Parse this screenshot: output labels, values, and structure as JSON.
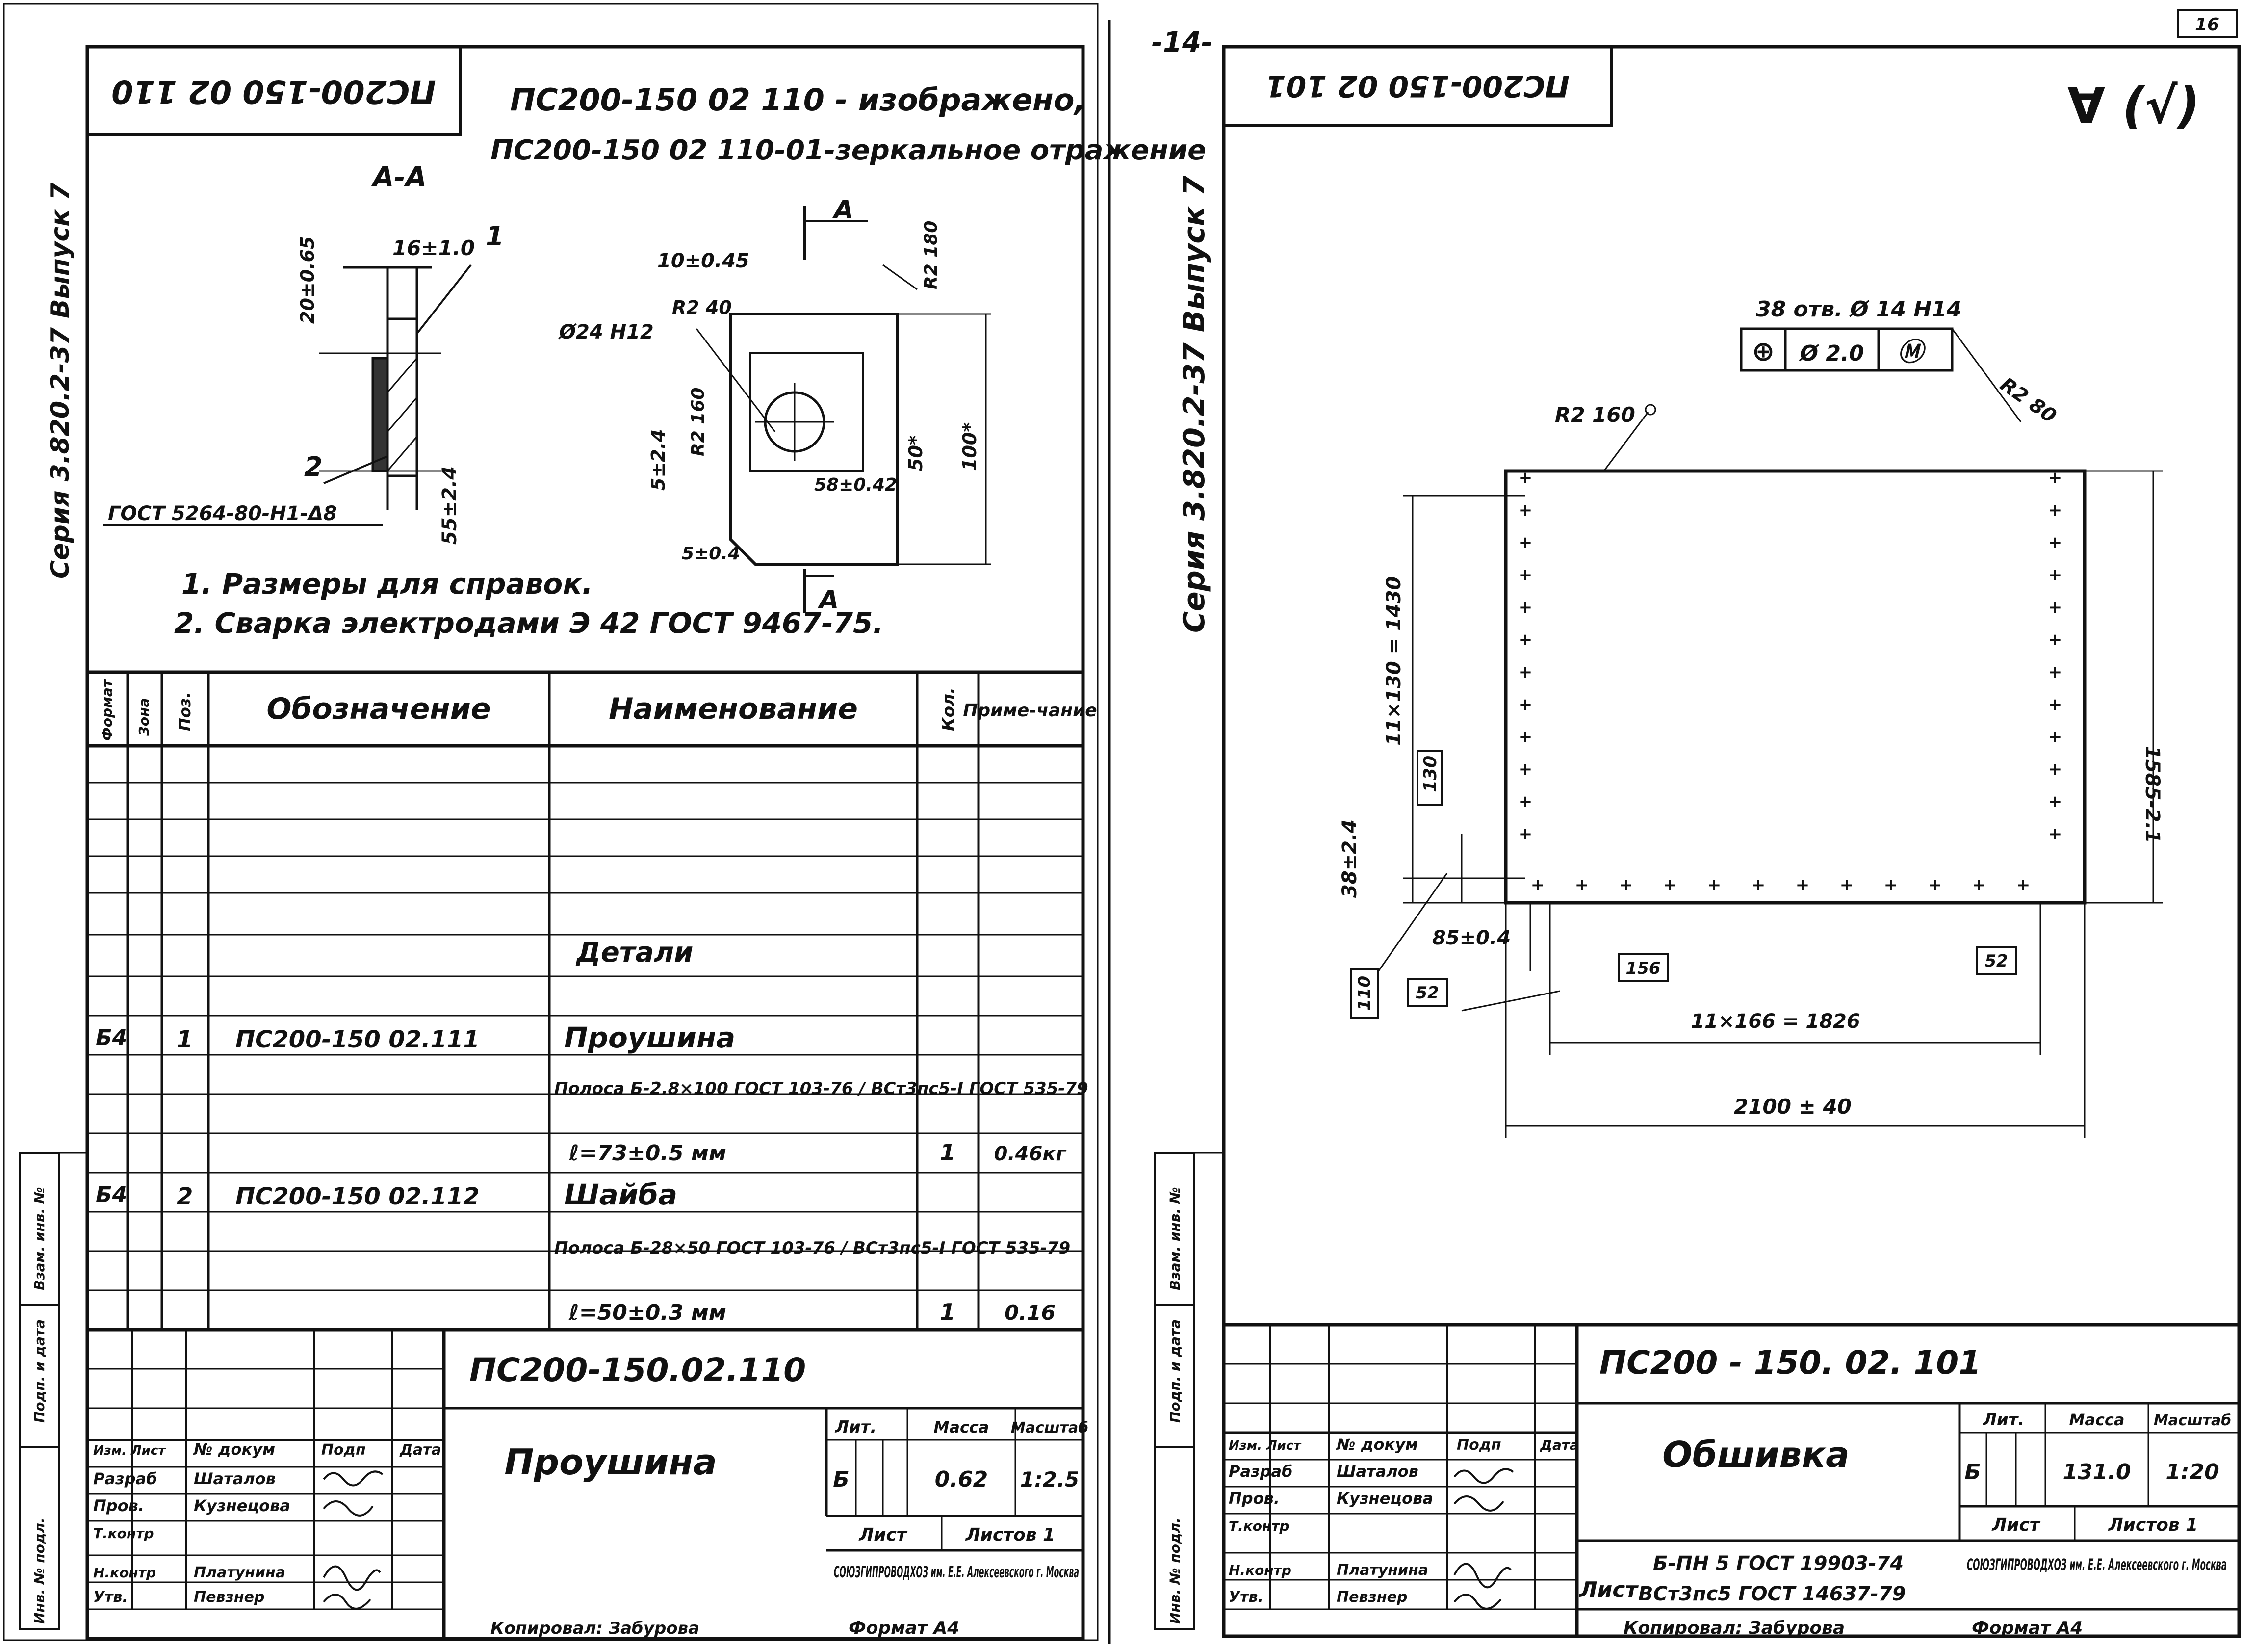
{
  "page_number": "-14-",
  "left_sheet": {
    "rotated_code": "ПС200-150 02 110",
    "header_note_1": "ПС200-150 02 110 - изображено,",
    "header_note_2": "ПС200-150 02 110-01-зеркальное отражение",
    "section_label": "А-А",
    "section_mark": "А",
    "dims": {
      "d1": "16±1.0",
      "d2": "10±0.45",
      "d3": "Ø24 H12",
      "d4": "R2 40",
      "d5": "R2 180",
      "d6": "R2 160",
      "d7": "5±2.4",
      "d8": "58±0.42",
      "d9": "50*",
      "d10": "100*",
      "d11": "5±0.4",
      "d12": "55±2.4",
      "d13": "20±0.65",
      "welding": "ГОСТ 5264-80-Н1-Δ8"
    },
    "leaders": [
      "1",
      "2"
    ],
    "notes": [
      "1. Размеры для справок.",
      "2. Сварка электродами Э 42 ГОСТ 9467-75."
    ],
    "side_series": "Серия 3.820.2-37  Выпуск 7",
    "spec_headers": {
      "format": "Формат",
      "zone": "Зона",
      "pos": "Поз.",
      "designation": "Обозначение",
      "name": "Наименование",
      "qty": "Кол.",
      "note": "Приме-чание"
    },
    "spec_rows": [
      {
        "fmt": "",
        "pos": "",
        "des": "",
        "name": "Детали",
        "qty": "",
        "note": ""
      },
      {
        "fmt": "Б4",
        "pos": "1",
        "des": "ПС200-150 02.111",
        "name": "Проушина",
        "qty": "",
        "note": ""
      },
      {
        "fmt": "",
        "pos": "",
        "des": "",
        "name": "Полоса Б-2.8×100 ГОСТ 103-76 / ВСт3пс5-I ГОСТ 535-79",
        "qty": "",
        "note": ""
      },
      {
        "fmt": "",
        "pos": "",
        "des": "",
        "name": "ℓ=73±0.5 мм",
        "qty": "1",
        "note": "0.46кг"
      },
      {
        "fmt": "Б4",
        "pos": "2",
        "des": "ПС200-150 02.112",
        "name": "Шайба",
        "qty": "",
        "note": ""
      },
      {
        "fmt": "",
        "pos": "",
        "des": "",
        "name": "Полоса Б-28×50 ГОСТ 103-76 / ВСт3пс5-I ГОСТ 535-79",
        "qty": "",
        "note": ""
      },
      {
        "fmt": "",
        "pos": "",
        "des": "",
        "name": "ℓ=50±0.3 мм",
        "qty": "1",
        "note": "0.16"
      }
    ],
    "title_block": {
      "doc_code": "ПС200-150.02.110",
      "part_name": "Проушина",
      "lit": "Б",
      "mass": "0.62",
      "scale": "1:2.5",
      "mass_header": "Масса",
      "scale_header": "Масштаб",
      "lit_header": "Лит.",
      "sheet": "Лист",
      "sheets": "Листов 1",
      "org": "СОЮЗГИПРОВОДХОЗ им. Е.Е. Алексеевского г. Москва",
      "roles": [
        "Изм. Лист",
        "Разраб",
        "Пров.",
        "Т.контр",
        "Н.контр",
        "Утв."
      ],
      "names": [
        "№ докум",
        "Шаталов",
        "Кузнецова",
        "",
        "Платунина",
        "Певзнер"
      ],
      "col_heads": [
        "Подп",
        "Дата"
      ],
      "copied": "Копировал: Забурова",
      "format": "Формат А4"
    },
    "side_stamps": [
      "Инв. № подл.",
      "Подп. и дата",
      "Взам. инв. №"
    ]
  },
  "right_sheet": {
    "rotated_code": "ПС200-150 02 101",
    "roughness": "∀ (√)",
    "side_series": "Серия 3.820.2-37  Выпуск 7",
    "holes": "38 отв. Ø 14 Н14",
    "tolerance_frame": [
      "⊕",
      "Ø 2.0",
      "Ⓜ"
    ],
    "dims": {
      "r160": "R2 160",
      "r80": "R2 80",
      "d_1450": "11×130 = 1430",
      "d_130": "130",
      "d_38": "38±2.4",
      "d_110": "110",
      "d_52a": "52",
      "d_85": "85±0.4",
      "d_156": "156",
      "d_52b": "52",
      "d_1826": "11×166 = 1826",
      "d_2100": "2100 ± 40",
      "d_1585": "1585-2.1"
    },
    "title_block": {
      "doc_code": "ПС200 - 150. 02. 101",
      "part_name": "Обшивка",
      "lit": "Б",
      "mass": "131.0",
      "scale": "1:20",
      "mass_header": "Масса",
      "scale_header": "Масштаб",
      "lit_header": "Лит.",
      "sheet": "Лист",
      "sheets": "Листов 1",
      "material_1": "Б-ПН 5 ГОСТ 19903-74",
      "material_2": "ВСт3пс5 ГОСТ 14637-79",
      "material_prefix": "Лист",
      "org": "СОЮЗГИПРОВОДХОЗ им. Е.Е. Алексеевского г. Москва",
      "roles": [
        "Изм. Лист",
        "Разраб",
        "Пров.",
        "Т.контр",
        "Н.контр",
        "Утв."
      ],
      "names": [
        "№ докум",
        "Шаталов",
        "Кузнецова",
        "",
        "Платунина",
        "Певзнер"
      ],
      "col_heads": [
        "Подп",
        "Дата"
      ],
      "copied": "Копировал: Забурова",
      "format": "Формат А4"
    },
    "side_stamps": [
      "Инв. № подл.",
      "Подп. и дата",
      "Взам. инв. №"
    ]
  },
  "corner_stamp": "16"
}
